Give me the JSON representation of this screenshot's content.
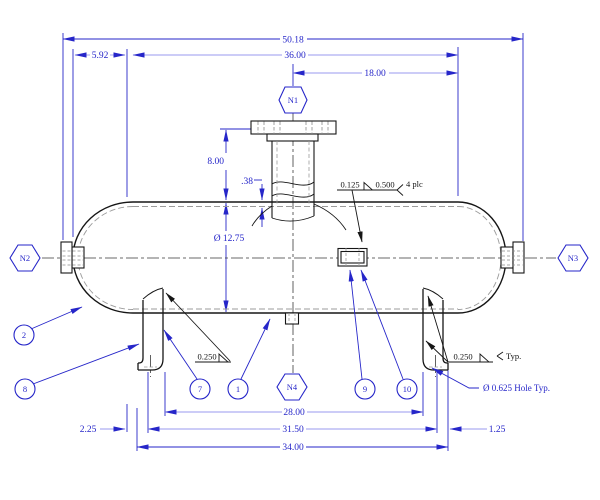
{
  "drawing": {
    "type": "horizontal pressure vessel elevation",
    "dims": {
      "overall": "50.18",
      "head_depth": "5.92",
      "tangent_len": "36.00",
      "nozzle_offset": "18.00",
      "n1_height": "8.00",
      "n1_proj": ".38",
      "shell_od": "Ø 12.75",
      "leg_inner": "28.00",
      "hole_span": "31.50",
      "base_span": "34.00",
      "left_offset": "2.25",
      "right_offset": "1.25"
    },
    "welds": {
      "coupling_a": "0.125",
      "coupling_b": "0.500",
      "coupling_note": "4 plc",
      "left_leg": "0.250",
      "right_leg": "0.250",
      "right_leg_note": "Typ."
    },
    "notes": {
      "hole": "Ø 0.625  Hole Typ."
    },
    "balloons": {
      "b1": "1",
      "b2": "2",
      "b7": "7",
      "b8": "8",
      "b9": "9",
      "b10": "10"
    },
    "nozzles": {
      "n1": "N1",
      "n2": "N2",
      "n3": "N3",
      "n4": "N4"
    },
    "colors": {
      "dimension": "#2626c9",
      "dimension_light": "#9a9aef",
      "geometry": "#161616",
      "hidden": "#9b9b9b"
    }
  }
}
